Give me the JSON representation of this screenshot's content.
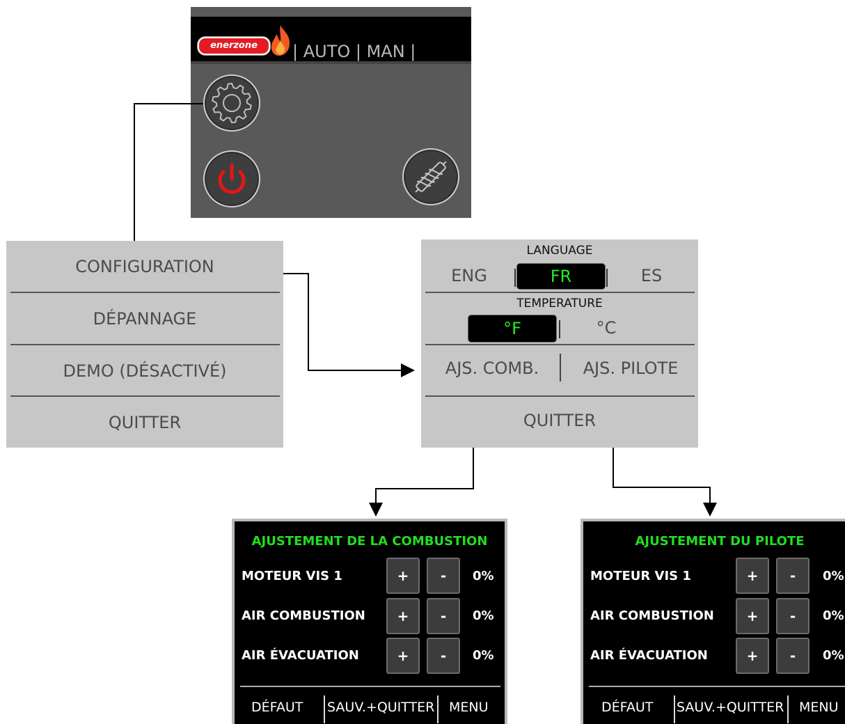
{
  "main_screen": {
    "logo_text": "enerzone",
    "mode_text": "| AUTO | MAN |",
    "icons": [
      "gear-icon",
      "power-icon",
      "fuel-screw-icon",
      "flame-icon"
    ],
    "colors": {
      "background": "#595959",
      "topbar": "#000000",
      "logo": "#e31b23",
      "power": "#e01919"
    }
  },
  "menu": {
    "items": [
      "CONFIGURATION",
      "DÉPANNAGE",
      "DEMO (DÉSACTIVÉ)",
      "QUITTER"
    ]
  },
  "config": {
    "language_label": "LANGUAGE",
    "language_options": [
      "ENG",
      "FR",
      "ES"
    ],
    "language_selected": "FR",
    "temperature_label": "TEMPERATURE",
    "temperature_options": [
      "°F",
      "°C"
    ],
    "temperature_selected": "°F",
    "adjust_combustion": "AJS. COMB.",
    "adjust_pilot": "AJS. PILOTE",
    "quit": "QUITTER",
    "colors": {
      "selected_text": "#22ee22"
    }
  },
  "combustion_screen": {
    "title": "AJUSTEMENT DE LA COMBUSTION",
    "rows": [
      {
        "label": "MOTEUR VIS 1",
        "plus": "+",
        "minus": "-",
        "value": "0%"
      },
      {
        "label": "AIR COMBUSTION",
        "plus": "+",
        "minus": "-",
        "value": "0%"
      },
      {
        "label": "AIR ÉVACUATION",
        "plus": "+",
        "minus": "-",
        "value": "0%"
      }
    ],
    "footer": {
      "default": "DÉFAUT",
      "save_quit": "SAUV.+QUITTER",
      "menu": "MENU"
    }
  },
  "pilot_screen": {
    "title": "AJUSTEMENT DU PILOTE",
    "rows": [
      {
        "label": "MOTEUR VIS 1",
        "plus": "+",
        "minus": "-",
        "value": "0%"
      },
      {
        "label": "AIR COMBUSTION",
        "plus": "+",
        "minus": "-",
        "value": "0%"
      },
      {
        "label": "AIR ÉVACUATION",
        "plus": "+",
        "minus": "-",
        "value": "0%"
      }
    ],
    "footer": {
      "default": "DÉFAUT",
      "save_quit": "SAUV.+QUITTER",
      "menu": "MENU"
    }
  }
}
